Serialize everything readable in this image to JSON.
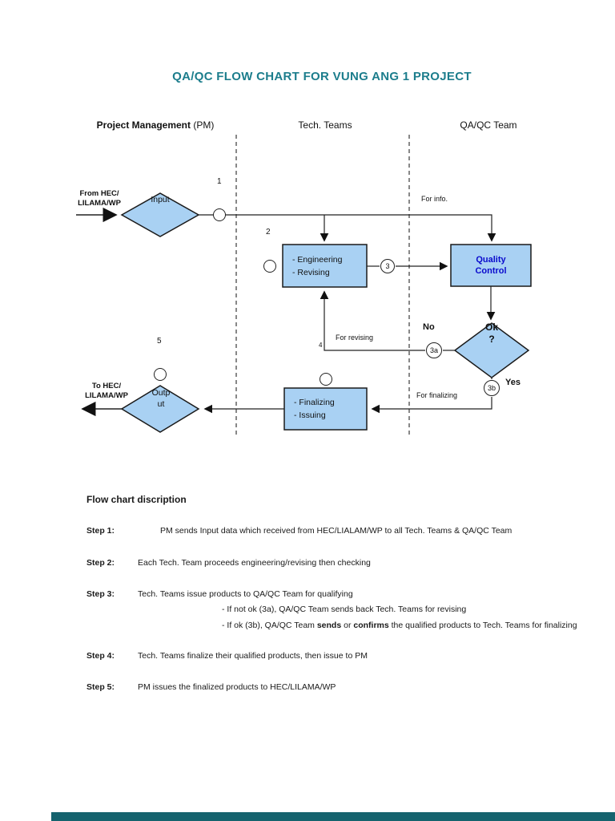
{
  "title": "QA/QC FLOW CHART FOR VUNG ANG 1 PROJECT",
  "columns": {
    "pm_bold": "Project Management",
    "pm_normal": "(PM)",
    "tech": "Tech. Teams",
    "qaqc": "QA/QC Team"
  },
  "flow": {
    "input": "Input",
    "output_l1": "Outp",
    "output_l2": "ut",
    "engineering_l1": "- Engineering",
    "engineering_l2": "- Revising",
    "qc_l1": "Quality",
    "qc_l2": "Control",
    "ok_l1": "Ok",
    "ok_l2": "?",
    "finalizing_l1": "- Finalizing",
    "finalizing_l2": "- Issuing",
    "from_hec_l1": "From HEC/",
    "from_hec_l2": "LILAMA/WP",
    "to_hec_l1": "To HEC/",
    "to_hec_l2": "LILAMA/WP",
    "for_info": "For info.",
    "for_revising": "For revising",
    "for_finalizing": "For finalizing",
    "no": "No",
    "yes": "Yes",
    "n1": "1",
    "n2": "2",
    "n3": "3",
    "n3a": "3a",
    "n3b": "3b",
    "n4": "4",
    "n5": "5"
  },
  "colors": {
    "title": "#1c7d8c",
    "node_fill": "#a9d1f3",
    "node_border": "#1a1a1a",
    "qc_text": "#0a0acd",
    "bottom_bar": "#15636e"
  },
  "description": {
    "heading": "Flow chart discription",
    "steps": [
      {
        "label": "Step 1:",
        "text": "PM sends Input data which received from HEC/LIALAM/WP to all Tech. Teams & QA/QC Team"
      },
      {
        "label": "Step 2:",
        "text": "Each Tech. Team proceeds engineering/revising then checking"
      },
      {
        "label": "Step 3:",
        "text": "Tech. Teams issue products to QA/QC Team for qualifying"
      },
      {
        "label": "Step 4:",
        "text": "Tech. Teams finalize their qualified products, then issue to PM"
      },
      {
        "label": "Step 5:",
        "text": "PM issues the finalized products to HEC/LILAMA/WP"
      }
    ],
    "step3_sub1": "- If not ok (3a), QA/QC Team sends back Tech. Teams for revising",
    "step3_sub2": {
      "pre": "- If ok (3b), QA/QC Team ",
      "bold1": "sends",
      "mid": " or ",
      "bold2": "confirms",
      "post": " the qualified products to Tech. Teams for finalizing"
    }
  }
}
